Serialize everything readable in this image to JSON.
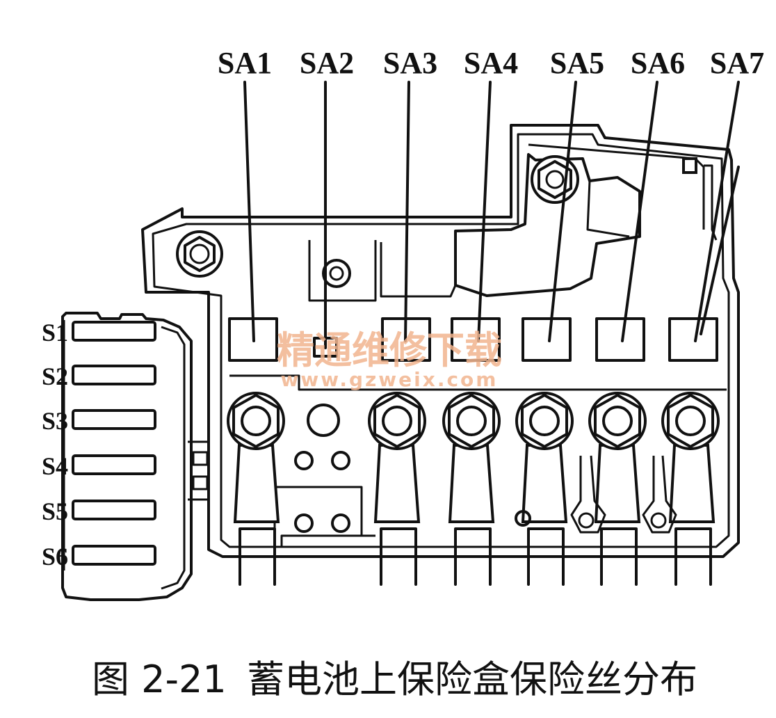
{
  "top_labels": [
    "SA1",
    "SA2",
    "SA3",
    "SA4",
    "SA5",
    "SA6",
    "SA7"
  ],
  "side_labels": [
    "S1",
    "S2",
    "S3",
    "S4",
    "S5",
    "S6"
  ],
  "watermark": {
    "cn": "精通维修下载",
    "url": "www.gzweix.com",
    "color": "#f2b58f"
  },
  "caption": {
    "number": "图 2-21",
    "text": "蓄电池上保险盒保险丝分布"
  }
}
